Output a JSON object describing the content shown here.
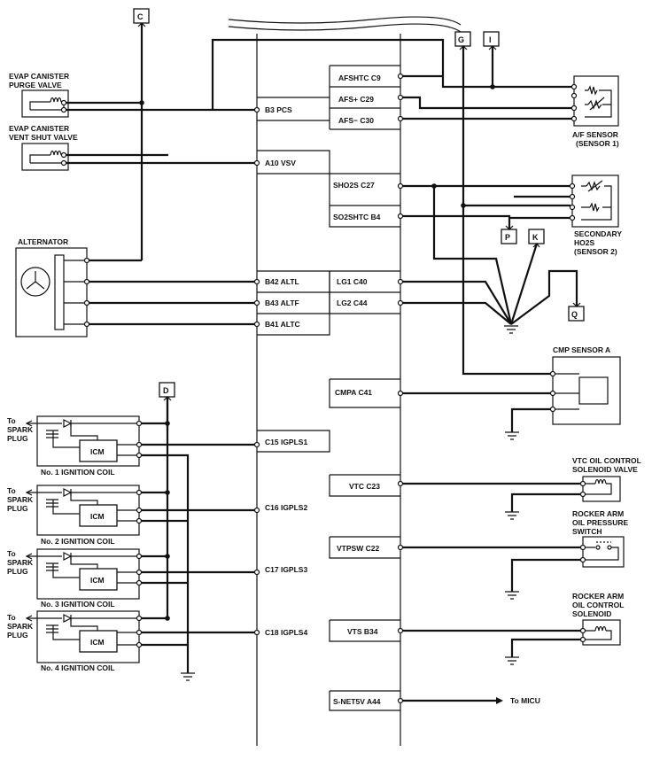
{
  "ecm_pins_left": [
    {
      "id": "B3",
      "label": "B3 PCS"
    },
    {
      "id": "A10",
      "label": "A10 VSV"
    },
    {
      "id": "B42",
      "label": "B42 ALTL"
    },
    {
      "id": "B43",
      "label": "B43 ALTF"
    },
    {
      "id": "B41",
      "label": "B41 ALTC"
    },
    {
      "id": "C15",
      "label": "C15 IGPLS1"
    },
    {
      "id": "C16",
      "label": "C16 IGPLS2"
    },
    {
      "id": "C17",
      "label": "C17 IGPLS3"
    },
    {
      "id": "C18",
      "label": "C18 IGPLS4"
    }
  ],
  "ecm_pins_right": [
    {
      "id": "C9",
      "label": "AFSHTC C9"
    },
    {
      "id": "C29",
      "label": "AFS+ C29"
    },
    {
      "id": "C30",
      "label": "AFS− C30"
    },
    {
      "id": "C27",
      "label": "SHO2S C27"
    },
    {
      "id": "B4",
      "label": "SO2SHTC B4"
    },
    {
      "id": "C40",
      "label": "LG1 C40"
    },
    {
      "id": "C44",
      "label": "LG2 C44"
    },
    {
      "id": "C41",
      "label": "CMPA C41"
    },
    {
      "id": "C23",
      "label": "VTC C23"
    },
    {
      "id": "C22",
      "label": "VTPSW C22"
    },
    {
      "id": "B34",
      "label": "VTS B34"
    },
    {
      "id": "A44",
      "label": "S-NET5V A44"
    }
  ],
  "connectors": {
    "C": "C",
    "D": "D",
    "G": "G",
    "I": "I",
    "P": "P",
    "K": "K",
    "Q": "Q"
  },
  "components": {
    "evap_purge": [
      "EVAP CANISTER",
      "PURGE VALVE"
    ],
    "evap_vent": [
      "EVAP CANISTER",
      "VENT SHUT VALVE"
    ],
    "alternator": "ALTERNATOR",
    "af_sensor": [
      "A/F SENSOR",
      "(SENSOR 1)"
    ],
    "secondary_ho2s": [
      "SECONDARY",
      "HO2S",
      "(SENSOR 2)"
    ],
    "cmp_sensor": "CMP SENSOR A",
    "vtc_valve": [
      "VTC OIL CONTROL",
      "SOLENOID VALVE"
    ],
    "rocker_switch": [
      "ROCKER ARM",
      "OIL PRESSURE",
      "SWITCH"
    ],
    "rocker_solenoid": [
      "ROCKER ARM",
      "OIL CONTROL",
      "SOLENOID"
    ],
    "icm": "ICM",
    "to_spark_plug": [
      "To",
      "SPARK",
      "PLUG"
    ],
    "ignition_coils": [
      "No. 1 IGNITION COIL",
      "No. 2 IGNITION COIL",
      "No. 3 IGNITION COIL",
      "No. 4 IGNITION COIL"
    ],
    "to_micu": "To MICU"
  }
}
